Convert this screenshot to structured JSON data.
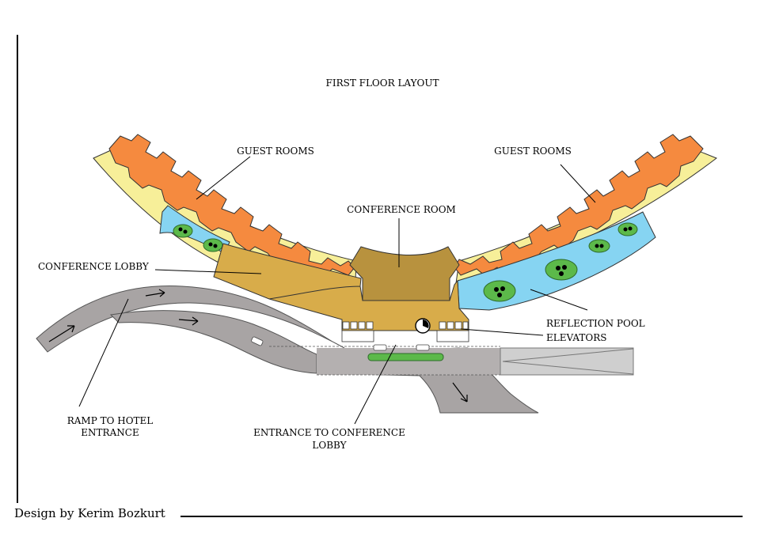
{
  "title": "FIRST FLOOR LAYOUT",
  "labels": {
    "guest_rooms_left": "GUEST ROOMS",
    "guest_rooms_right": "GUEST ROOMS",
    "conference_room": "CONFERENCE ROOM",
    "conference_lobby": "CONFERENCE LOBBY",
    "reflection_pool": "REFLECTION POOL",
    "elevators": "ELEVATORS",
    "ramp_line1": "RAMP TO HOTEL",
    "ramp_line2": "ENTRANCE",
    "entrance_line1": "ENTRANCE TO CONFERENCE",
    "entrance_line2": "LOBBY"
  },
  "credit": "Design by Kerim Bozkurt",
  "colors": {
    "guest_rooms": "#f58a3f",
    "corridor": "#f7ef99",
    "lobby": "#d8ac4a",
    "conference_room": "#b8923e",
    "pool": "#86d4f2",
    "planter": "#5cb94a",
    "ramp": "#a8a4a4",
    "road_end": "#cfcfcf"
  }
}
